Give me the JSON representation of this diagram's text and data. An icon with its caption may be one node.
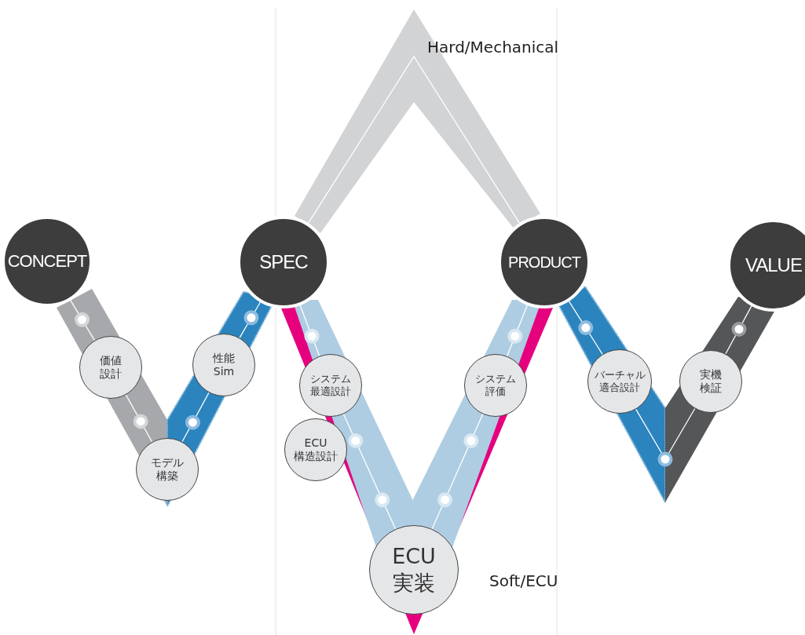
{
  "diagram": {
    "nodes": [
      {
        "text": [
          "CONCEPT"
        ]
      },
      {
        "text": [
          "SPEC"
        ]
      },
      {
        "text": [
          "PRODUCT"
        ]
      },
      {
        "text": [
          "VALUE"
        ]
      },
      {
        "text": [
          "価値設計"
        ]
      },
      {
        "text": [
          "性能Sim"
        ]
      },
      {
        "text": [
          "モデル構築"
        ]
      },
      {
        "text": [
          "システム最適設計"
        ]
      },
      {
        "text": [
          "ECU構造設計"
        ]
      },
      {
        "text": [
          "ECU実装"
        ]
      },
      {
        "text": [
          "システム評価"
        ]
      },
      {
        "text": [
          "バーチャル適合設計"
        ]
      },
      {
        "text": [
          "実機検証"
        ]
      }
    ],
    "edges": [
      {
        "from": 0,
        "to": 4,
        "arrow": "none"
      },
      {
        "from": 4,
        "to": 6,
        "arrow": "none"
      },
      {
        "from": 6,
        "to": 5,
        "arrow": "none"
      },
      {
        "from": 5,
        "to": 1,
        "arrow": "none"
      },
      {
        "from": 1,
        "to": 2,
        "arrow": "none"
      },
      {
        "from": 1,
        "to": 7,
        "arrow": "none"
      },
      {
        "from": 7,
        "to": 9,
        "arrow": "none"
      },
      {
        "from": 9,
        "to": 10,
        "arrow": "none"
      },
      {
        "from": 10,
        "to": 2,
        "arrow": "none"
      },
      {
        "from": 2,
        "to": 11,
        "arrow": "none"
      },
      {
        "from": 11,
        "to": 12,
        "arrow": "none"
      },
      {
        "from": 12,
        "to": 3,
        "arrow": "none"
      }
    ],
    "labels": [
      "Hard/Mechanical",
      "Soft/ECU"
    ]
  }
}
